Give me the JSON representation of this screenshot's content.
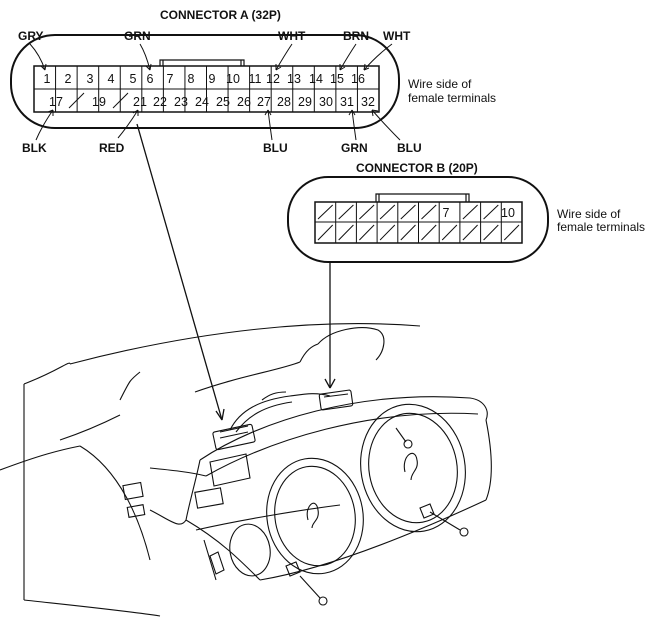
{
  "connector_a": {
    "title": "CONNECTOR A (32P)",
    "side_label_1": "Wire side of",
    "side_label_2": "female terminals",
    "top_row": [
      "1",
      "2",
      "3",
      "4",
      "5",
      "6",
      "7",
      "8",
      "9",
      "10",
      "11",
      "12",
      "13",
      "14",
      "15",
      "16"
    ],
    "bottom_row": [
      "17",
      "",
      "19",
      "",
      "21",
      "22",
      "23",
      "24",
      "25",
      "26",
      "27",
      "28",
      "29",
      "30",
      "31",
      "32"
    ],
    "wires": {
      "pin1": "GRY",
      "pin6": "GRN",
      "pin12": "WHT",
      "pin15": "BRN",
      "pin16": "WHT",
      "pin17": "BLK",
      "pin21": "RED",
      "pin27": "BLU",
      "pin31": "GRN",
      "pin32": "BLU"
    }
  },
  "connector_b": {
    "title": "CONNECTOR B (20P)",
    "side_label_1": "Wire side of",
    "side_label_2": "female terminals",
    "top_row": [
      "",
      "",
      "",
      "",
      "",
      "",
      "7",
      "",
      "",
      "10"
    ],
    "bottom_row": [
      "",
      "",
      "",
      "",
      "",
      "",
      "",
      "",
      "",
      ""
    ]
  }
}
